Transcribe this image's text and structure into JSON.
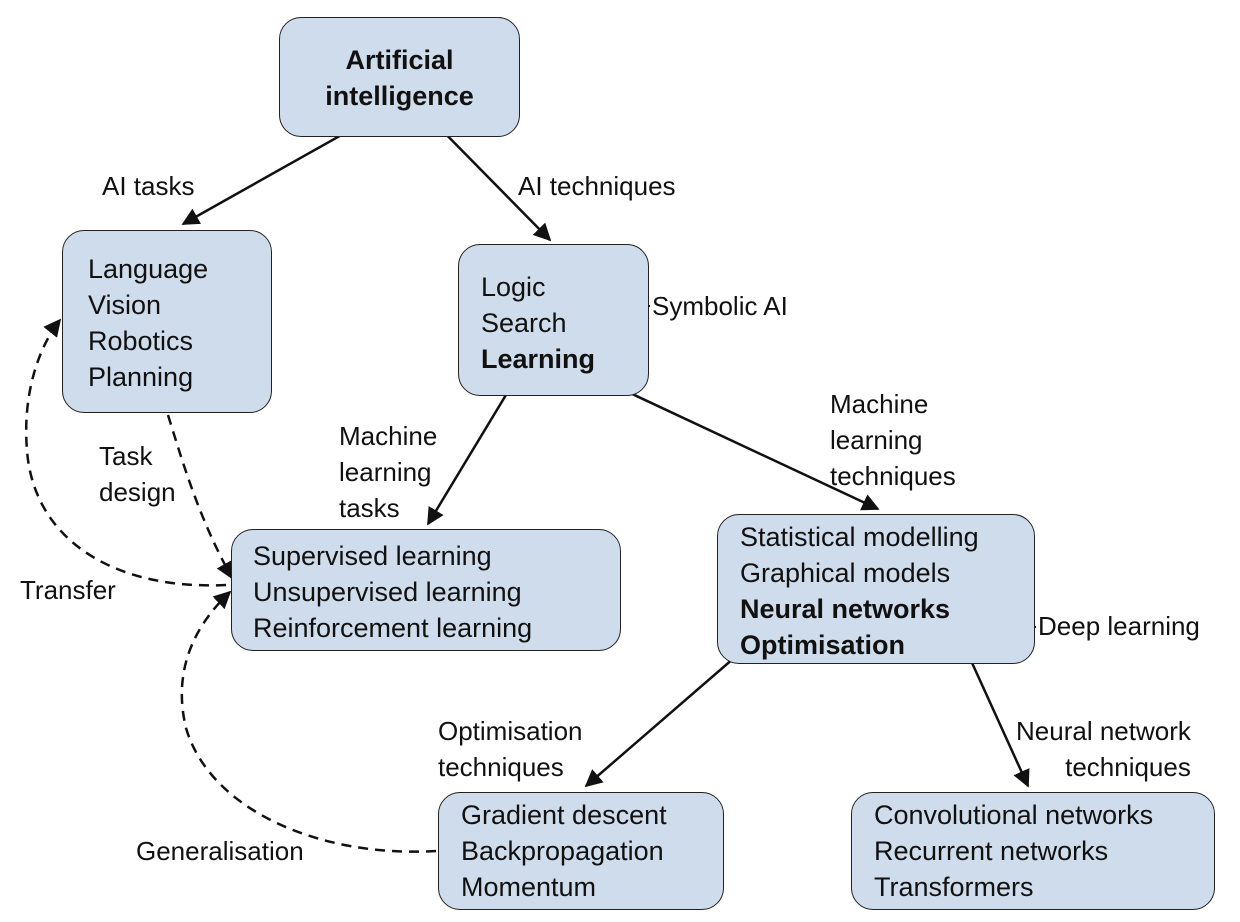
{
  "nodes": {
    "artificial_intelligence": {
      "lines": [
        "Artificial",
        "intelligence"
      ]
    },
    "ai_tasks": {
      "lines": [
        "Language",
        "Vision",
        "Robotics",
        "Planning"
      ]
    },
    "ai_techniques": {
      "lines": [
        "Logic",
        "Search",
        "Learning"
      ]
    },
    "ml_tasks": {
      "lines": [
        "Supervised learning",
        "Unsupervised learning",
        "Reinforcement learning"
      ]
    },
    "ml_techniques": {
      "lines": [
        "Statistical modelling",
        "Graphical models",
        "Neural networks",
        "Optimisation"
      ]
    },
    "optimisation_techniques": {
      "lines": [
        "Gradient descent",
        "Backpropagation",
        "Momentum"
      ]
    },
    "nn_techniques": {
      "lines": [
        "Convolutional networks",
        "Recurrent networks",
        "Transformers"
      ]
    }
  },
  "edge_labels": {
    "ai_tasks": "AI tasks",
    "ai_techniques": "AI techniques",
    "symbolic_ai": "Symbolic AI",
    "ml_tasks": [
      "Machine",
      "learning",
      "tasks"
    ],
    "ml_techniques": [
      "Machine",
      "learning",
      "techniques"
    ],
    "task_design": [
      "Task",
      "design"
    ],
    "transfer": "Transfer",
    "deep_learning": "Deep learning",
    "optimisation_techniques": [
      "Optimisation",
      "techniques"
    ],
    "nn_techniques": [
      "Neural network",
      "techniques"
    ],
    "generalisation": "Generalisation"
  },
  "colors": {
    "box_fill": "#cfdcec",
    "stroke": "#111111"
  }
}
